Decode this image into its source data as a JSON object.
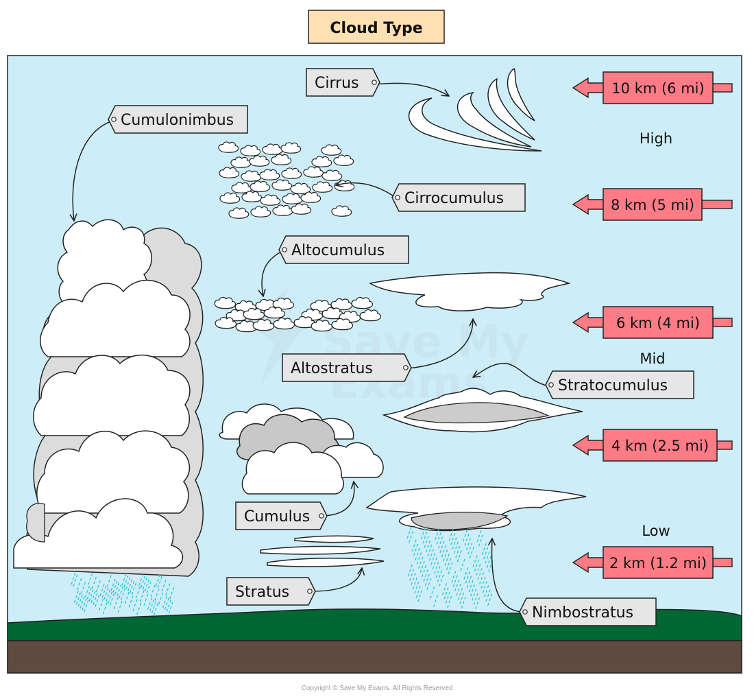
{
  "title": "Cloud Type",
  "colors": {
    "sky": "#cdeef8",
    "grass": "#006633",
    "soil": "#5f4b3f",
    "title_bg": "#ffe0b2",
    "altitude_tag": "#ff7b86",
    "label_bg": "#e6e6e6",
    "cloud_white": "#ffffff",
    "cloud_grey": "#dcdcdc",
    "rain": "#2cc4d6"
  },
  "labels": {
    "cirrus": "Cirrus",
    "cumulonimbus": "Cumulonimbus",
    "cirrocumulus": "Cirrocumulus",
    "altocumulus": "Altocumulus",
    "altostratus": "Altostratus",
    "stratocumulus": "Stratocumulus",
    "cumulus": "Cumulus",
    "stratus": "Stratus",
    "nimbostratus": "Nimbostratus"
  },
  "altitudes": [
    "10 km (6 mi)",
    "8 km (5 mi)",
    "6 km (4 mi)",
    "4 km (2.5 mi)",
    "2 km (1.2 mi)"
  ],
  "zones": {
    "high": "High",
    "mid": "Mid",
    "low": "Low"
  },
  "watermark": {
    "line1": "Save My",
    "line2": "Exams"
  },
  "copyright": "Copyright © Save My Exams. All Rights Reserved"
}
